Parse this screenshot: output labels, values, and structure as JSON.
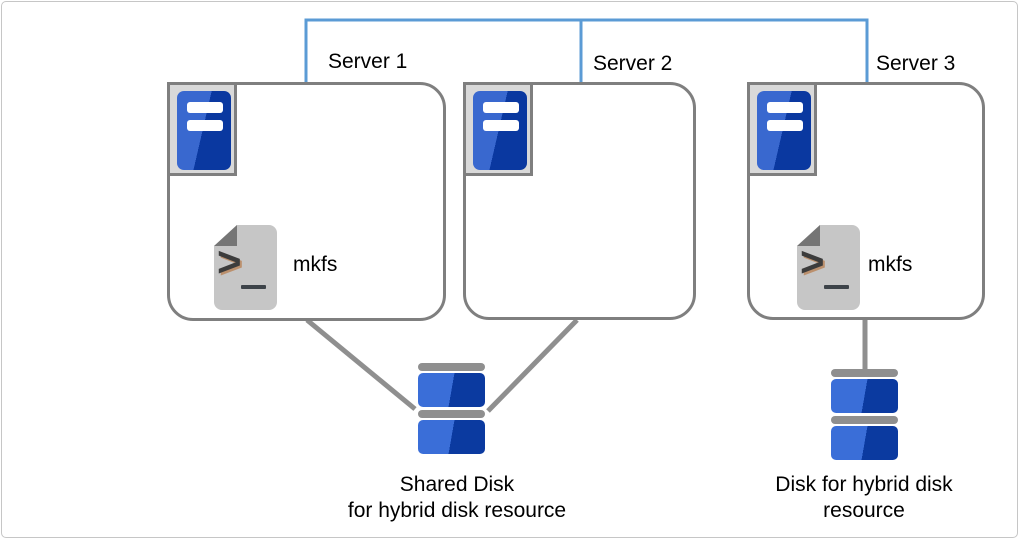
{
  "diagram": {
    "type": "cluster-architecture",
    "description_visible_text_only": true
  },
  "servers": [
    {
      "label": "Server 1",
      "script_label": "mkfs",
      "has_script_icon": true
    },
    {
      "label": "Server 2",
      "has_script_icon": false
    },
    {
      "label": "Server 3",
      "script_label": "mkfs",
      "has_script_icon": true
    }
  ],
  "disks": {
    "shared": {
      "lines": [
        "Shared Disk",
        "for hybrid disk resource"
      ]
    },
    "hybrid": {
      "lines": [
        "Disk for hybrid disk",
        "resource"
      ]
    }
  },
  "icons": {
    "server-icon": "blue tower chassis with two white bars in gray frame",
    "script-file-icon": "gray file with folded corner, prompt and underscore",
    "disk-icon": "two blue platters with gray caps",
    "prompt_glyph": ">"
  },
  "connections": {
    "network": [
      "Server 1",
      "Server 2",
      "Server 3"
    ],
    "shared_disk_links": [
      "Server 1",
      "Server 2"
    ],
    "hybrid_disk_links": [
      "Server 3"
    ]
  },
  "colors": {
    "network_line_blue": "#5b9bd5",
    "connector_gray": "#8f8f8f",
    "box_border_gray": "#7f7f7f",
    "server_blue_light": "#3968cf",
    "server_blue_dark": "#0a38a0",
    "icon_frame_bg": "#d9d9d9",
    "script_body_gray": "#c6c6c6",
    "script_fold_gray": "#757575",
    "text": "#000000"
  }
}
